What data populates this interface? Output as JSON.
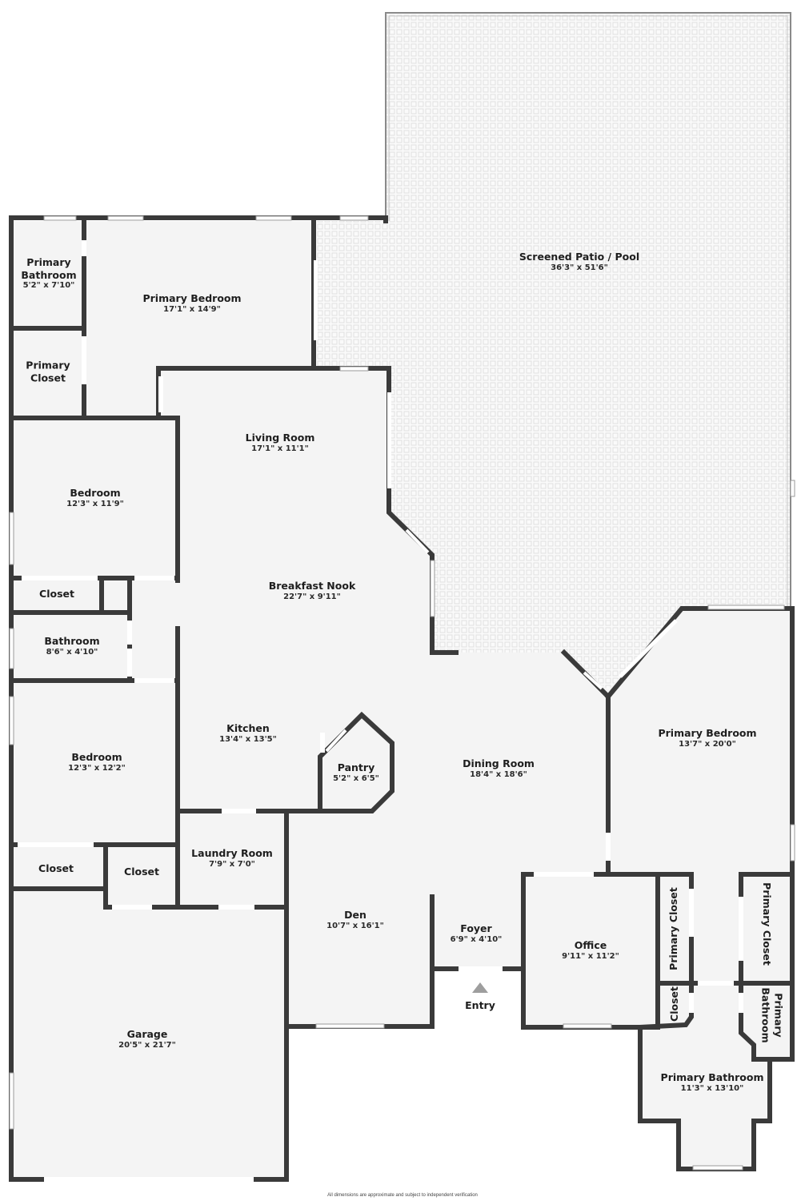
{
  "colors": {
    "wall": "#3a3a3a",
    "floor": "#f4f4f4",
    "patio_tile": "#e2e2e2",
    "window": "#ffffff",
    "entry_arrow": "#9e9e9e",
    "background": "#ffffff"
  },
  "rooms": [
    {
      "id": "screened-patio-pool",
      "name": "Screened Patio / Pool",
      "dim": "36'3\" x 51'6\""
    },
    {
      "id": "primary-bathroom-west",
      "name": "Primary Bathroom",
      "dim": "5'2\" x 7'10\""
    },
    {
      "id": "primary-bedroom-west",
      "name": "Primary Bedroom",
      "dim": "17'1\" x 14'9\""
    },
    {
      "id": "primary-closet-west",
      "name": "Primary Closet",
      "dim": ""
    },
    {
      "id": "living-room",
      "name": "Living Room",
      "dim": "17'1\" x 11'1\""
    },
    {
      "id": "bedroom-1",
      "name": "Bedroom",
      "dim": "12'3\" x 11'9\""
    },
    {
      "id": "breakfast-nook",
      "name": "Breakfast Nook",
      "dim": "22'7\" x 9'11\""
    },
    {
      "id": "closet-1",
      "name": "Closet",
      "dim": ""
    },
    {
      "id": "bathroom",
      "name": "Bathroom",
      "dim": "8'6\" x 4'10\""
    },
    {
      "id": "kitchen",
      "name": "Kitchen",
      "dim": "13'4\" x 13'5\""
    },
    {
      "id": "bedroom-2",
      "name": "Bedroom",
      "dim": "12'3\" x 12'2\""
    },
    {
      "id": "pantry",
      "name": "Pantry",
      "dim": "5'2\" x 6'5\""
    },
    {
      "id": "dining-room",
      "name": "Dining Room",
      "dim": "18'4\" x 18'6\""
    },
    {
      "id": "primary-bedroom-east",
      "name": "Primary Bedroom",
      "dim": "13'7\" x 20'0\""
    },
    {
      "id": "laundry-room",
      "name": "Laundry Room",
      "dim": "7'9\" x 7'0\""
    },
    {
      "id": "closet-2",
      "name": "Closet",
      "dim": ""
    },
    {
      "id": "closet-3",
      "name": "Closet",
      "dim": ""
    },
    {
      "id": "den",
      "name": "Den",
      "dim": "10'7\" x 16'1\""
    },
    {
      "id": "foyer",
      "name": "Foyer",
      "dim": "6'9\" x 4'10\""
    },
    {
      "id": "office",
      "name": "Office",
      "dim": "9'11\" x 11'2\""
    },
    {
      "id": "primary-closet-east-1",
      "name": "Primary Closet",
      "dim": ""
    },
    {
      "id": "primary-closet-east-2",
      "name": "Primary Closet",
      "dim": ""
    },
    {
      "id": "closet-4",
      "name": "Closet",
      "dim": ""
    },
    {
      "id": "primary-bathroom-east-small",
      "name": "Primary Bathroom",
      "dim": ""
    },
    {
      "id": "primary-bathroom-east",
      "name": "Primary Bathroom",
      "dim": "11'3\" x 13'10\""
    },
    {
      "id": "garage",
      "name": "Garage",
      "dim": "20'5\" x 21'7\""
    }
  ],
  "entry": {
    "label": "Entry"
  },
  "footer": {
    "disclaimer": "All dimensions are approximate and subject to independent verification"
  }
}
